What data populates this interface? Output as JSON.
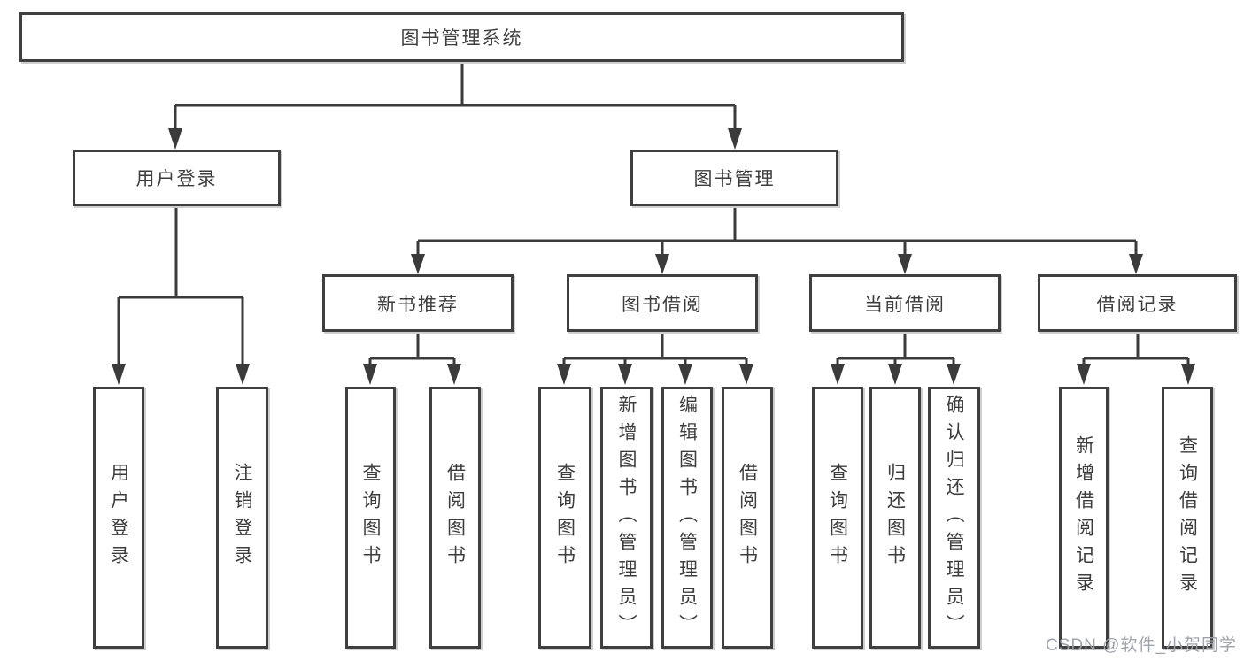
{
  "diagram": {
    "title": "图书管理系统",
    "root": {
      "label": "图书管理系统"
    },
    "branches": [
      {
        "label": "用户登录",
        "children": [
          {
            "label": "用户登录"
          },
          {
            "label": "注销登录"
          }
        ]
      },
      {
        "label": "图书管理",
        "children": [
          {
            "label": "新书推荐",
            "children": [
              {
                "label": "查询图书"
              },
              {
                "label": "借阅图书"
              }
            ]
          },
          {
            "label": "图书借阅",
            "children": [
              {
                "label": "查询图书"
              },
              {
                "label": "新增图书（管理员）"
              },
              {
                "label": "编辑图书（管理员）"
              },
              {
                "label": "借阅图书"
              }
            ]
          },
          {
            "label": "当前借阅",
            "children": [
              {
                "label": "查询图书"
              },
              {
                "label": "归还图书"
              },
              {
                "label": "确认归还（管理员）"
              }
            ]
          },
          {
            "label": "借阅记录",
            "children": [
              {
                "label": "新增借阅记录"
              },
              {
                "label": "查询借阅记录"
              }
            ]
          }
        ]
      }
    ]
  },
  "watermark": "CSDN @软件_小贺同学",
  "colors": {
    "line": "#3b3b3b",
    "border": "#3f3f3f",
    "text": "#3d3d3d",
    "background": "#ffffff",
    "watermark": "#9aa0a6"
  }
}
